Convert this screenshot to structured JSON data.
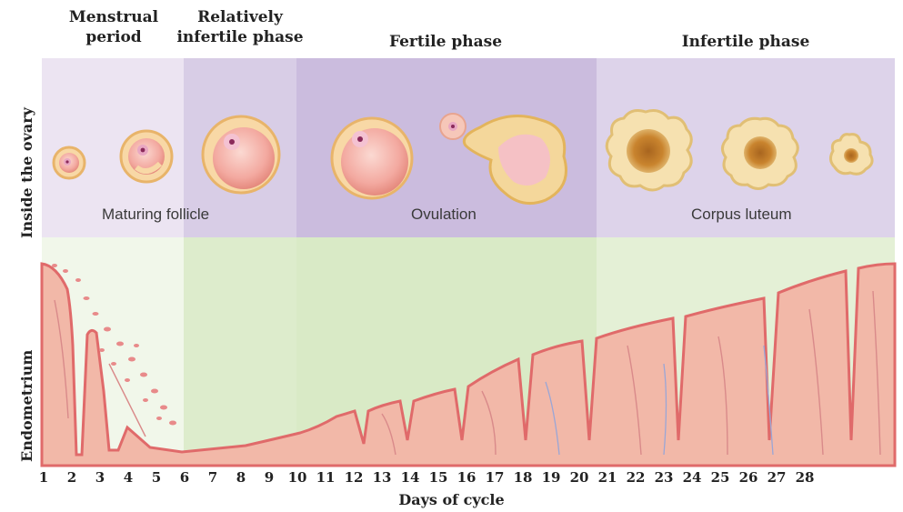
{
  "phases": {
    "menstrual": "Menstrual period",
    "menstrual_l1": "Menstrual",
    "menstrual_l2": "period",
    "relative_l1": "Relatively",
    "relative_l2": "infertile phase",
    "fertile": "Fertile phase",
    "infertile": "Infertile phase"
  },
  "side_labels": {
    "ovary": "Inside the ovary",
    "endometrium": "Endometrium"
  },
  "ovary_labels": {
    "maturing": "Maturing follicle",
    "ovulation": "Ovulation",
    "corpus": "Corpus luteum"
  },
  "axis": {
    "title": "Days of cycle",
    "days": [
      1,
      2,
      3,
      4,
      5,
      6,
      7,
      8,
      9,
      10,
      11,
      12,
      13,
      14,
      15,
      16,
      17,
      18,
      19,
      20,
      21,
      22,
      23,
      24,
      25,
      26,
      27,
      28
    ]
  },
  "colors": {
    "menstrual_band": "#ece4f2",
    "relative_band": "#d8cde6",
    "fertile_band": "#cbbcde",
    "infertile_band": "#ddd3ea",
    "endo_menstrual": "#f1f7ea",
    "endo_green": "#ddeccc",
    "tissue": "#f2b8a8",
    "tissue_edge": "#e06a6a"
  }
}
